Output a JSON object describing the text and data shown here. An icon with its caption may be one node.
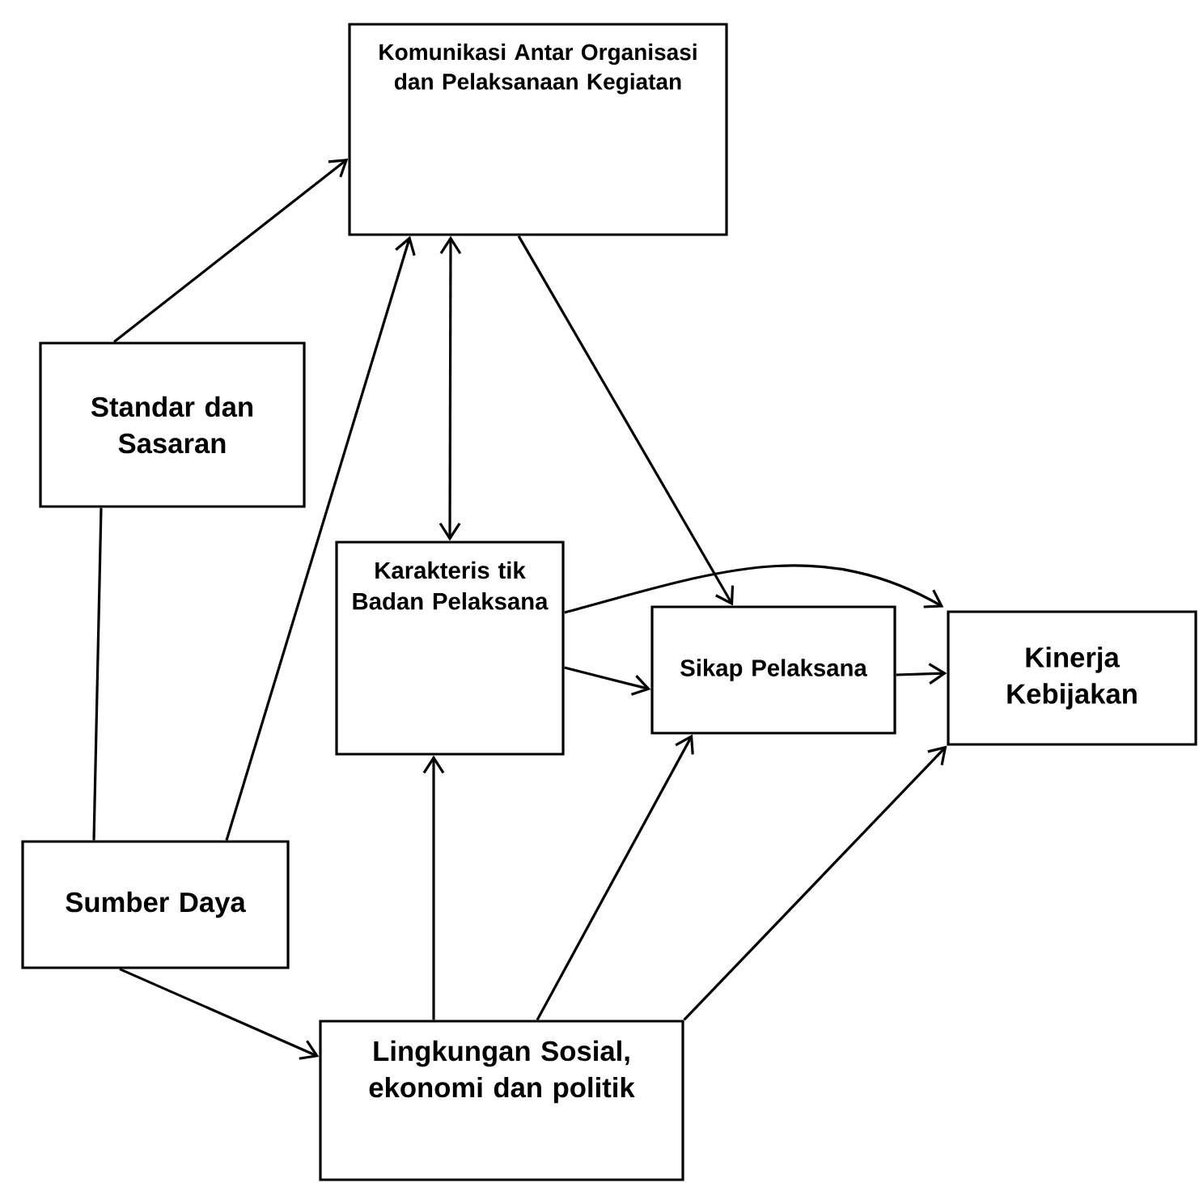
{
  "diagram": {
    "nodes": [
      {
        "text": [
          "Komunikasi Antar Organisasi dan Pelaksanaan Kegiatan"
        ]
      },
      {
        "text": [
          "Standar dan Sasaran"
        ]
      },
      {
        "text": [
          "Karakteris tik Badan Pelaksana"
        ]
      },
      {
        "text": [
          "Sikap Pelaksana"
        ]
      },
      {
        "text": [
          "Kinerja Kebijakan"
        ]
      },
      {
        "text": [
          "Sumber Daya"
        ]
      },
      {
        "text": [
          "Lingkungan Sosial, ekonomi dan politik"
        ]
      }
    ],
    "edges": [
      {
        "from": 1,
        "to": 0,
        "arrow": "to"
      },
      {
        "from": 5,
        "to": 1,
        "arrow": "none"
      },
      {
        "from": 5,
        "to": 0,
        "arrow": "to"
      },
      {
        "from": 0,
        "to": 2,
        "arrow": "both"
      },
      {
        "from": 0,
        "to": 3,
        "arrow": "to"
      },
      {
        "from": 2,
        "to": 4,
        "arrow": "to"
      },
      {
        "from": 2,
        "to": 3,
        "arrow": "to"
      },
      {
        "from": 3,
        "to": 4,
        "arrow": "to"
      },
      {
        "from": 6,
        "to": 2,
        "arrow": "to"
      },
      {
        "from": 6,
        "to": 3,
        "arrow": "to"
      },
      {
        "from": 6,
        "to": 4,
        "arrow": "to"
      },
      {
        "from": 5,
        "to": 6,
        "arrow": "to"
      }
    ]
  }
}
